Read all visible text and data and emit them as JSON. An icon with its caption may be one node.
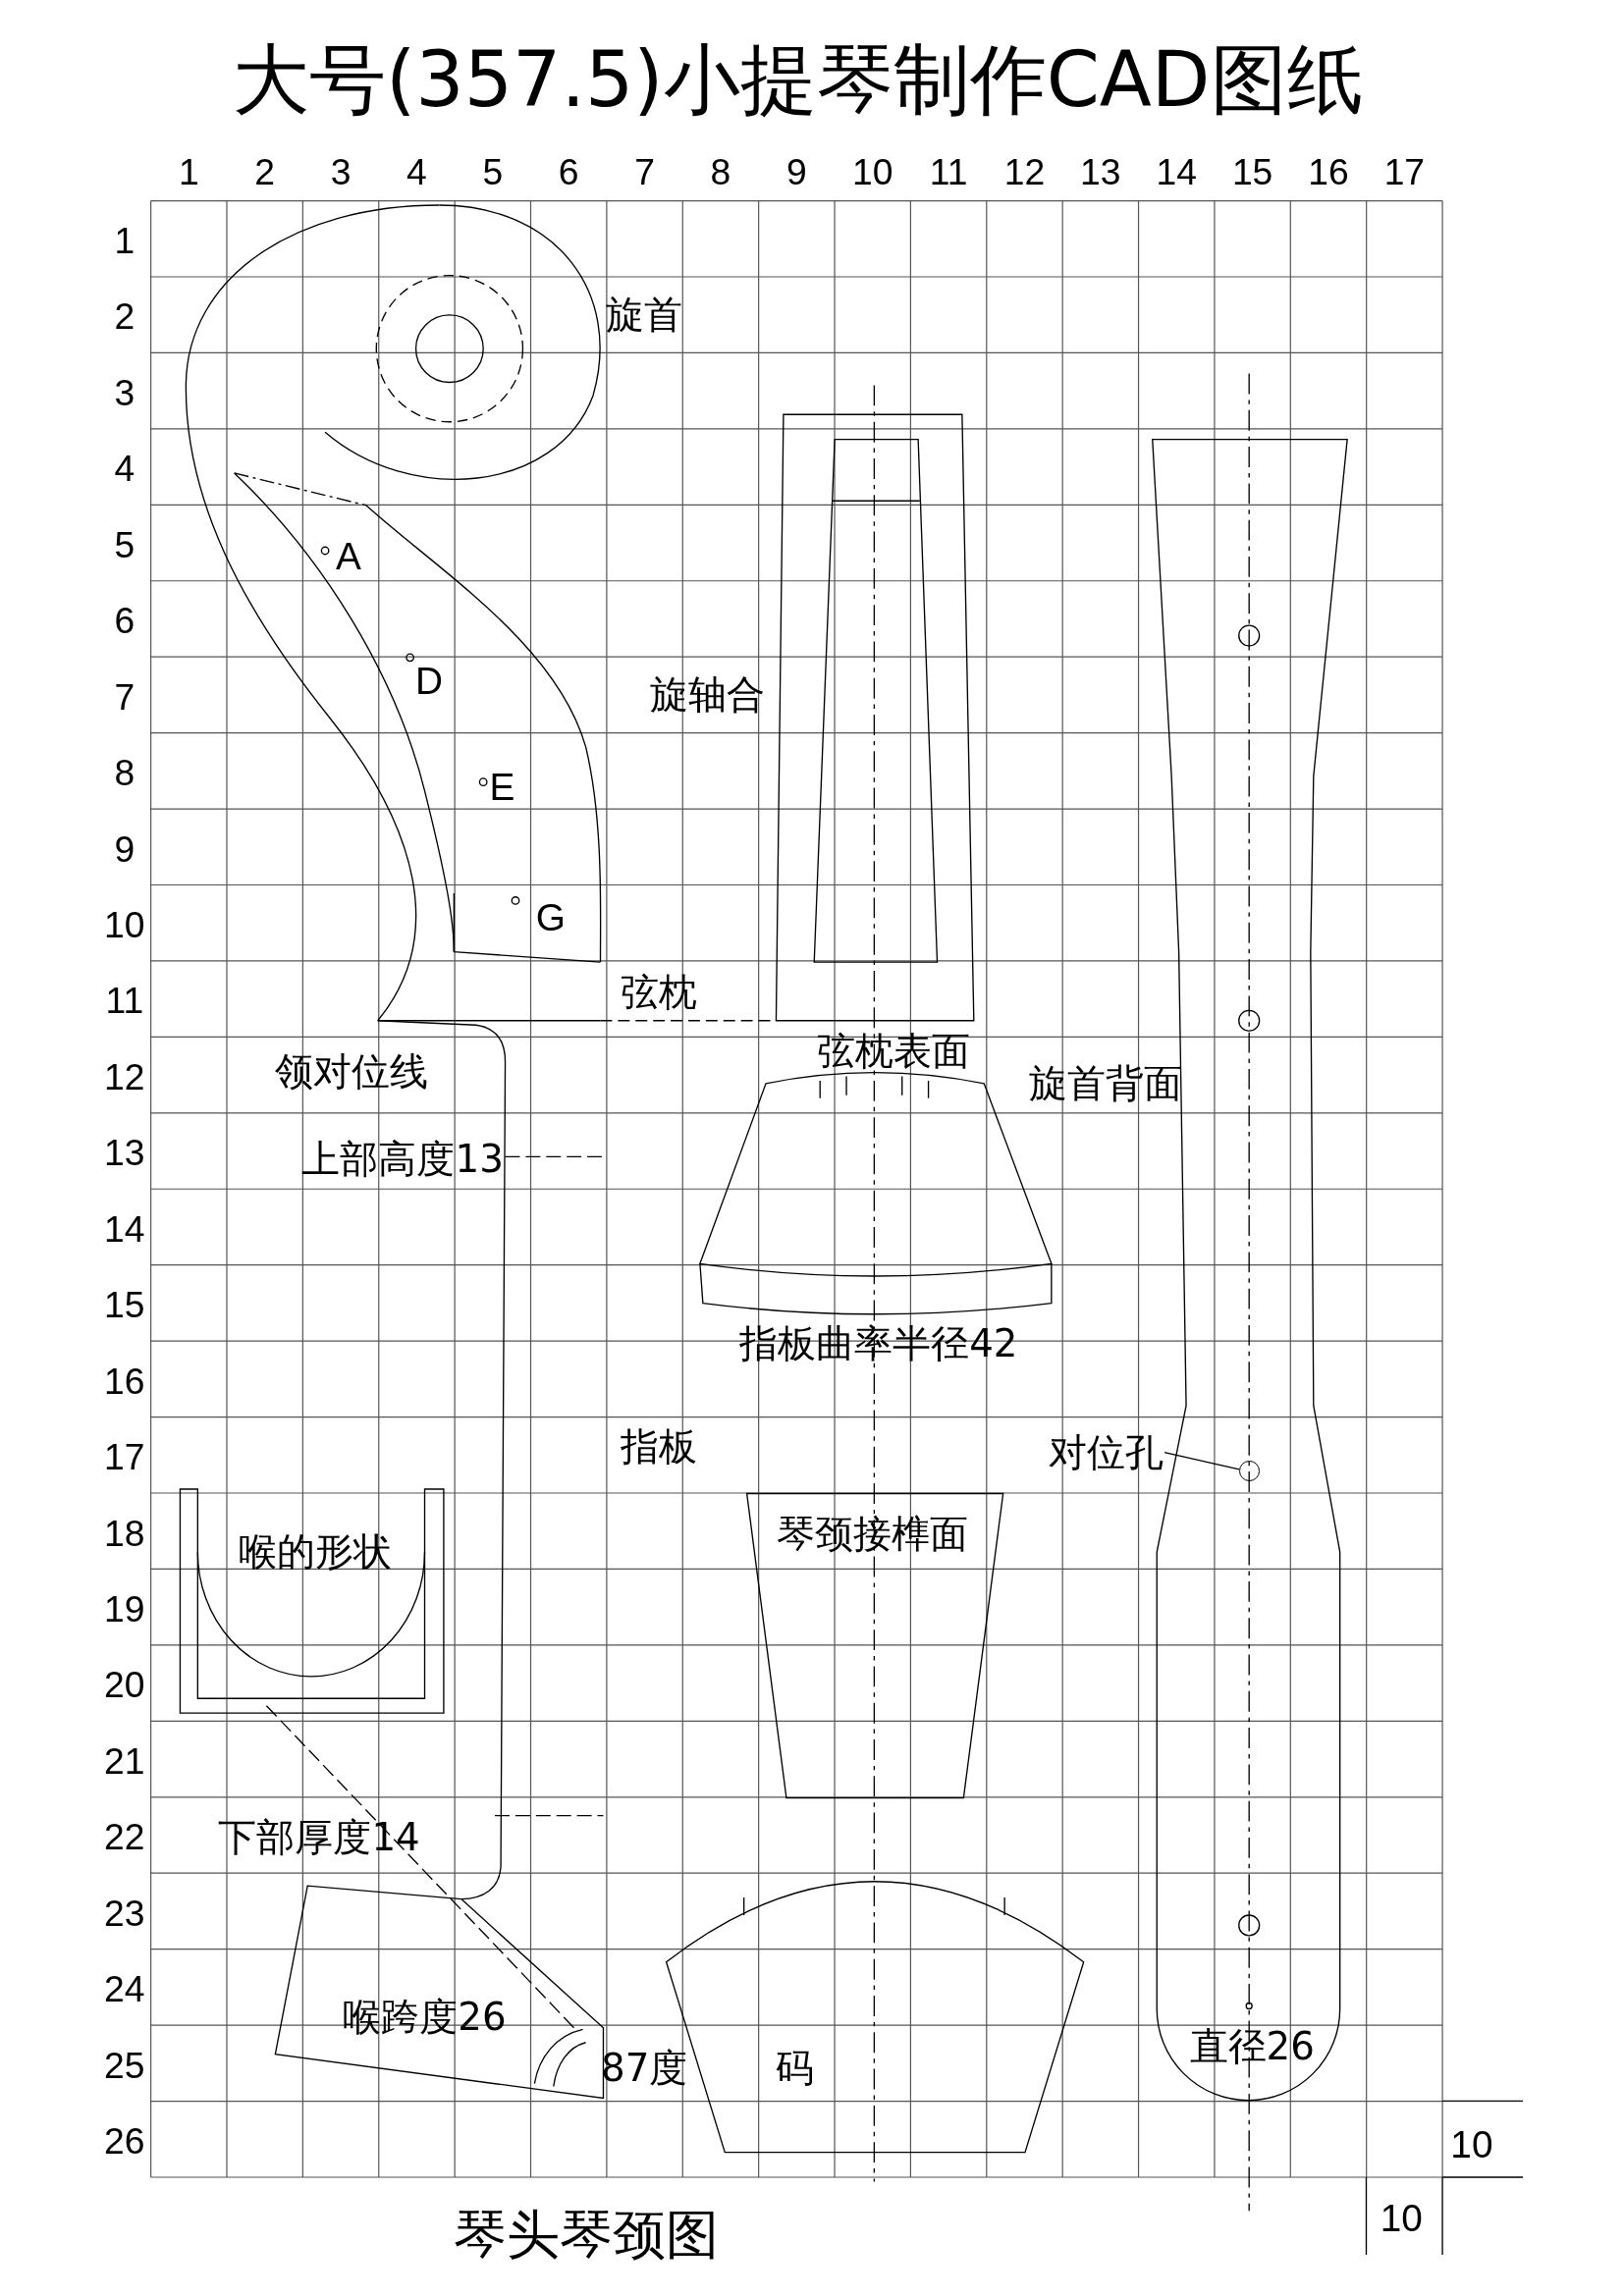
{
  "diagram": {
    "title": "大号(357.5)小提琴制作CAD图纸",
    "caption": "琴头琴颈图",
    "nodes": [
      {
        "text": [
          "对位孔"
        ]
      },
      {
        "text": [],
        "shape": "circle"
      }
    ],
    "edges": [
      {
        "from": 0,
        "to": 1,
        "arrow": "none"
      }
    ],
    "labels": [
      "1",
      "2",
      "3",
      "4",
      "5",
      "6",
      "7",
      "8",
      "9",
      "10",
      "11",
      "12",
      "13",
      "14",
      "15",
      "16",
      "17",
      "1",
      "2",
      "3",
      "4",
      "5",
      "6",
      "7",
      "8",
      "9",
      "10",
      "11",
      "12",
      "13",
      "14",
      "15",
      "16",
      "17",
      "18",
      "19",
      "20",
      "21",
      "22",
      "23",
      "24",
      "25",
      "26",
      "旋首",
      "A",
      "D",
      "旋轴合",
      "E",
      "G",
      "弦枕",
      "弦枕表面",
      "领对位线",
      "旋首背面",
      "上部高度13",
      "指板曲率半径42",
      "指板",
      "琴颈接榫面",
      "喉的形状",
      "下部厚度14",
      "喉跨度26",
      "直径26",
      "87度",
      "码",
      "10",
      "10"
    ]
  }
}
